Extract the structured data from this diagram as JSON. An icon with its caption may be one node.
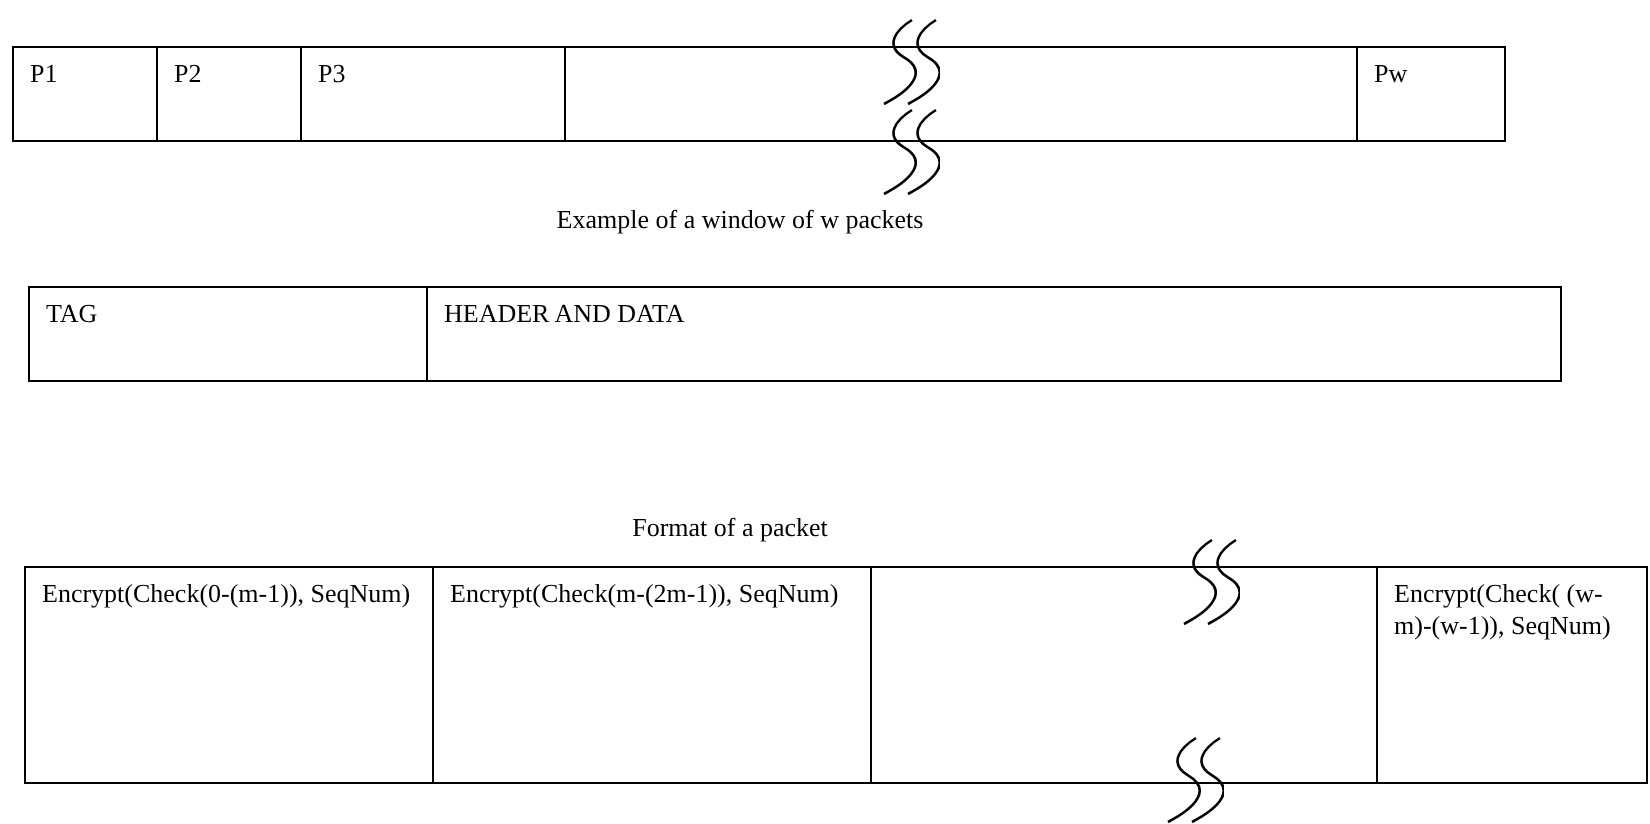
{
  "diagram": {
    "nodes": [
      {
        "text": [
          "P1"
        ]
      },
      {
        "text": [
          "P2"
        ]
      },
      {
        "text": [
          "P3"
        ]
      },
      {
        "text": [],
        "shape": "box"
      },
      {
        "text": [
          "Pw"
        ]
      },
      {
        "text": [
          "TAG"
        ]
      },
      {
        "text": [
          "HEADER AND DATA"
        ]
      },
      {
        "text": [
          "Encrypt(Check(0-(m-1)), SeqNum)"
        ]
      },
      {
        "text": [
          "Encrypt(Check(m-(2m-1)), SeqNum)"
        ]
      },
      {
        "text": [],
        "shape": "box"
      },
      {
        "text": [
          "Encrypt(Check( (w-m)-(w-1)), SeqNum)"
        ]
      }
    ],
    "labels": [
      "Example of a window of w packets",
      "Format of a packet"
    ]
  }
}
